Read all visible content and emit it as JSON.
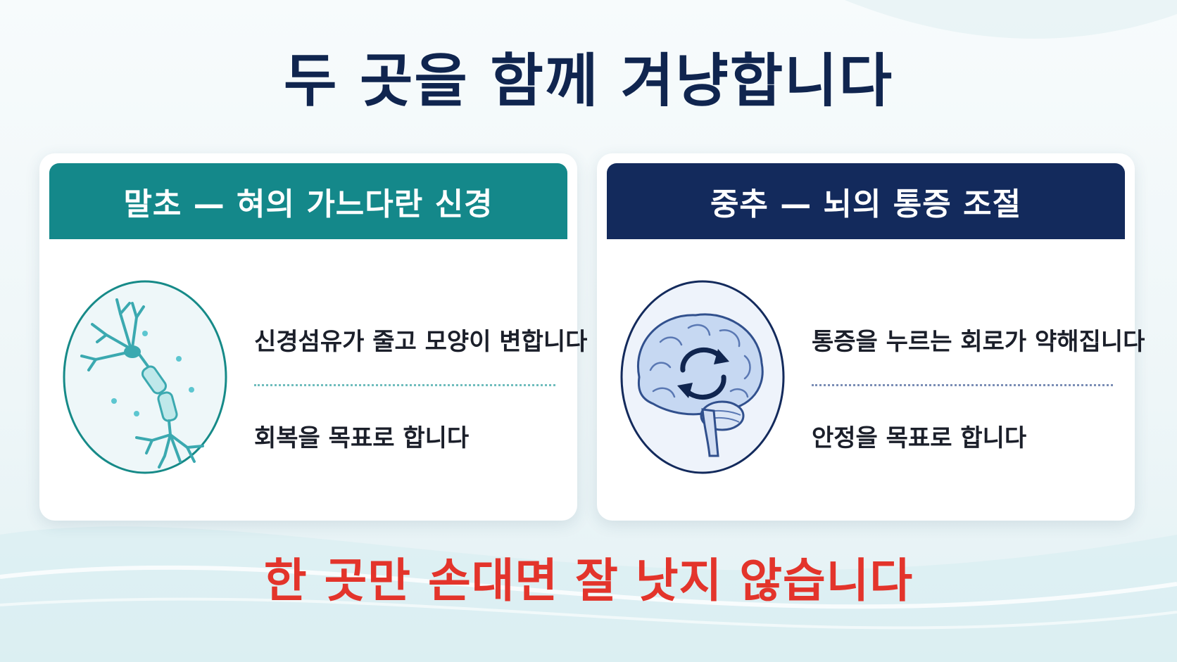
{
  "title": "두 곳을 함께 겨냥합니다",
  "cards": [
    {
      "header": "말초 — 혀의 가느다란 신경",
      "points": [
        "신경섬유가 줄고 모양이 변합니다",
        "회복을 목표로 합니다"
      ],
      "icon": "neuron-icon",
      "color": "#14888a"
    },
    {
      "header": "중추 — 뇌의 통증 조절",
      "points": [
        "통증을 누르는 회로가 약해집니다",
        "안정을 목표로 합니다"
      ],
      "icon": "brain-icon",
      "color": "#132a5c"
    }
  ],
  "bottom_message": "한 곳만 손대면 잘 낫지 않습니다",
  "colors": {
    "title": "#10254f",
    "warning": "#e3342b",
    "teal": "#14888a",
    "navy": "#132a5c"
  }
}
